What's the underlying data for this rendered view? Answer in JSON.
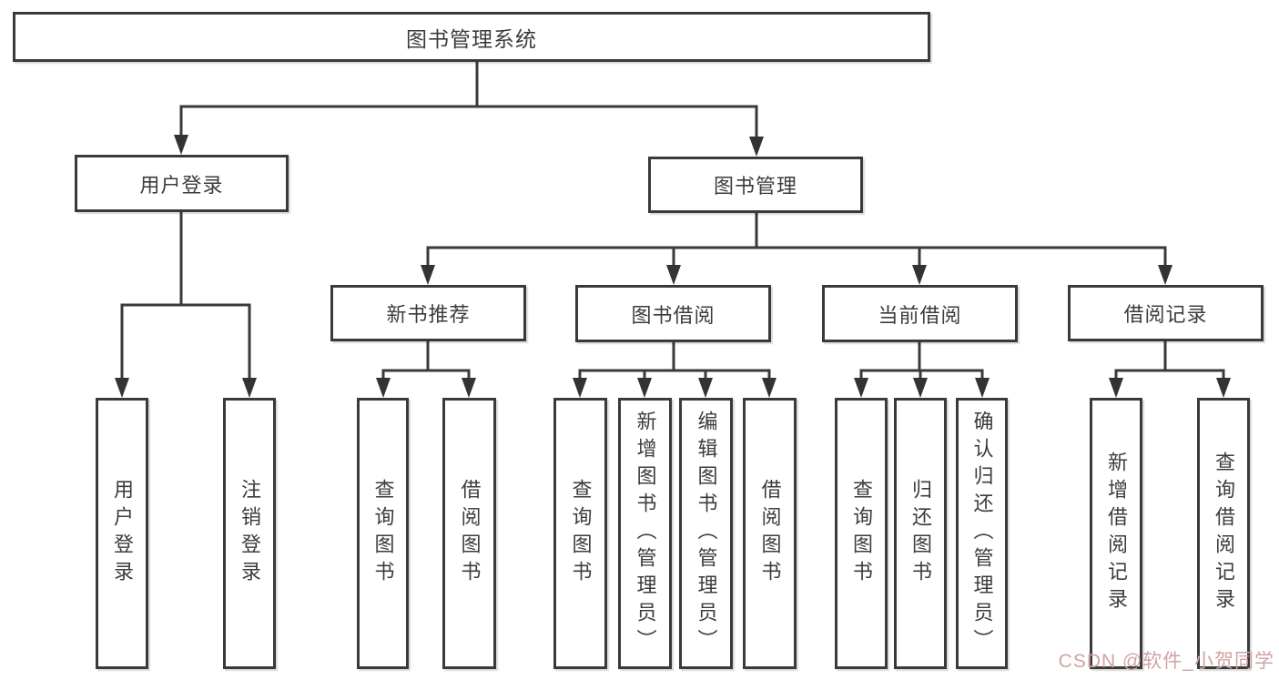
{
  "diagram": {
    "title": "图书管理系统",
    "root": {
      "label": "图书管理系统"
    },
    "branches": [
      {
        "label": "用户登录",
        "children": [
          {
            "label": "用户登录"
          },
          {
            "label": "注销登录"
          }
        ]
      },
      {
        "label": "图书管理",
        "sections": [
          {
            "label": "新书推荐",
            "children": [
              {
                "label": "查询图书"
              },
              {
                "label": "借阅图书"
              }
            ]
          },
          {
            "label": "图书借阅",
            "children": [
              {
                "label": "查询图书"
              },
              {
                "label": "新增图书（管理员）"
              },
              {
                "label": "编辑图书（管理员）"
              },
              {
                "label": "借阅图书"
              }
            ]
          },
          {
            "label": "当前借阅",
            "children": [
              {
                "label": "查询图书"
              },
              {
                "label": "归还图书"
              },
              {
                "label": "确认归还（管理员）"
              }
            ]
          },
          {
            "label": "借阅记录",
            "children": [
              {
                "label": "新增借阅记录"
              },
              {
                "label": "查询借阅记录"
              }
            ]
          }
        ]
      }
    ]
  },
  "watermark": {
    "text": "CSDN @软件_小贺同学"
  },
  "colors": {
    "line": "#3a3a3a",
    "box_border": "#3a3a3a",
    "text": "#3c3c3c",
    "watermark": "#cfa3a3",
    "background": "#ffffff"
  }
}
